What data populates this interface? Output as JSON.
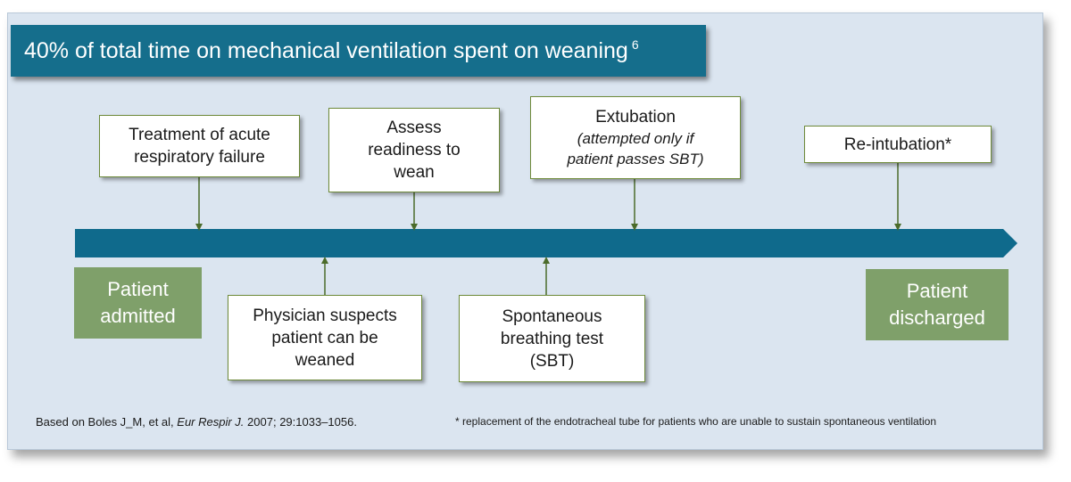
{
  "banner": {
    "text": "40% of total time on mechanical ventilation spent on weaning",
    "ref": "6"
  },
  "top_steps": [
    {
      "line1": "Treatment of acute",
      "line2": "respiratory failure"
    },
    {
      "line1": "Assess",
      "line2": "readiness to",
      "line3": "wean"
    },
    {
      "line1": "Extubation",
      "sub1": "(attempted only if",
      "sub2": "patient passes SBT)"
    },
    {
      "line1": "Re-intubation*"
    }
  ],
  "bottom_steps": [
    {
      "line1": "Physician suspects",
      "line2": "patient can be",
      "line3": "weaned"
    },
    {
      "line1": "Spontaneous",
      "line2": "breathing test",
      "line3": "(SBT)"
    }
  ],
  "start": {
    "line1": "Patient",
    "line2": "admitted"
  },
  "end": {
    "line1": "Patient",
    "line2": "discharged"
  },
  "footer": {
    "citation_prefix": "Based on Boles J_M, et al,",
    "citation_journal": "Eur Respir J.",
    "citation_suffix": "2007; 29:1033–1056.",
    "note": "* replacement of the endotracheal tube for patients who are unable to sustain spontaneous ventilation"
  },
  "colors": {
    "banner": "#156e8c",
    "timeline": "#0f6a8c",
    "panel": "#dbe5f0",
    "box_border": "#6e8a3a",
    "endpoint_fill": "#7fa06a",
    "arrow": "#4b6b2a"
  }
}
